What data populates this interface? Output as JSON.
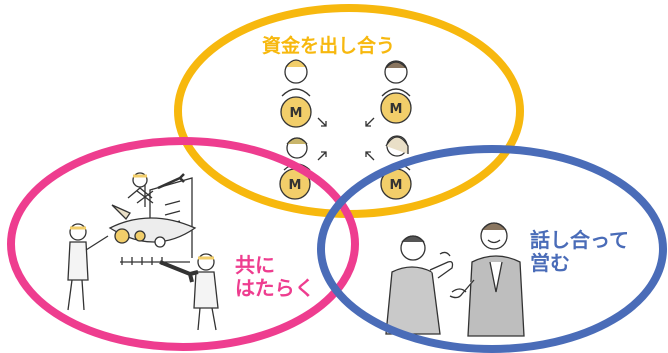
{
  "circles": {
    "top": {
      "label": "資金を出し合う",
      "color": "#F7B80E"
    },
    "left": {
      "label_line1": "共に",
      "label_line2": "はたらく",
      "color": "#EE3D8F"
    },
    "right": {
      "label_line1": "話し合って",
      "label_line2": "営む",
      "color": "#4A6CB8"
    }
  },
  "coin_symbol": "M",
  "coin_fill": "#F2CE6A",
  "ink": "#333333"
}
